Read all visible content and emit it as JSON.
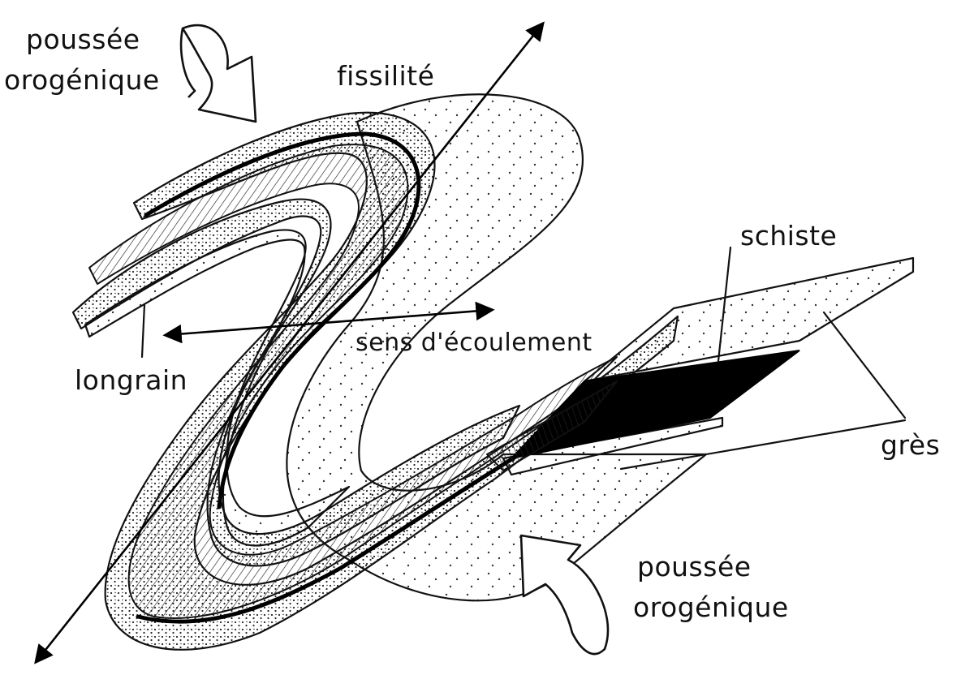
{
  "labels": {
    "push_top": [
      "poussée",
      "orogénique"
    ],
    "push_bottom": [
      "poussée",
      "orogénique"
    ],
    "fissility": "fissilité",
    "flow": "sens d'écoulement",
    "grain": "longrain",
    "shale": "schiste",
    "sandstone": "grès"
  }
}
